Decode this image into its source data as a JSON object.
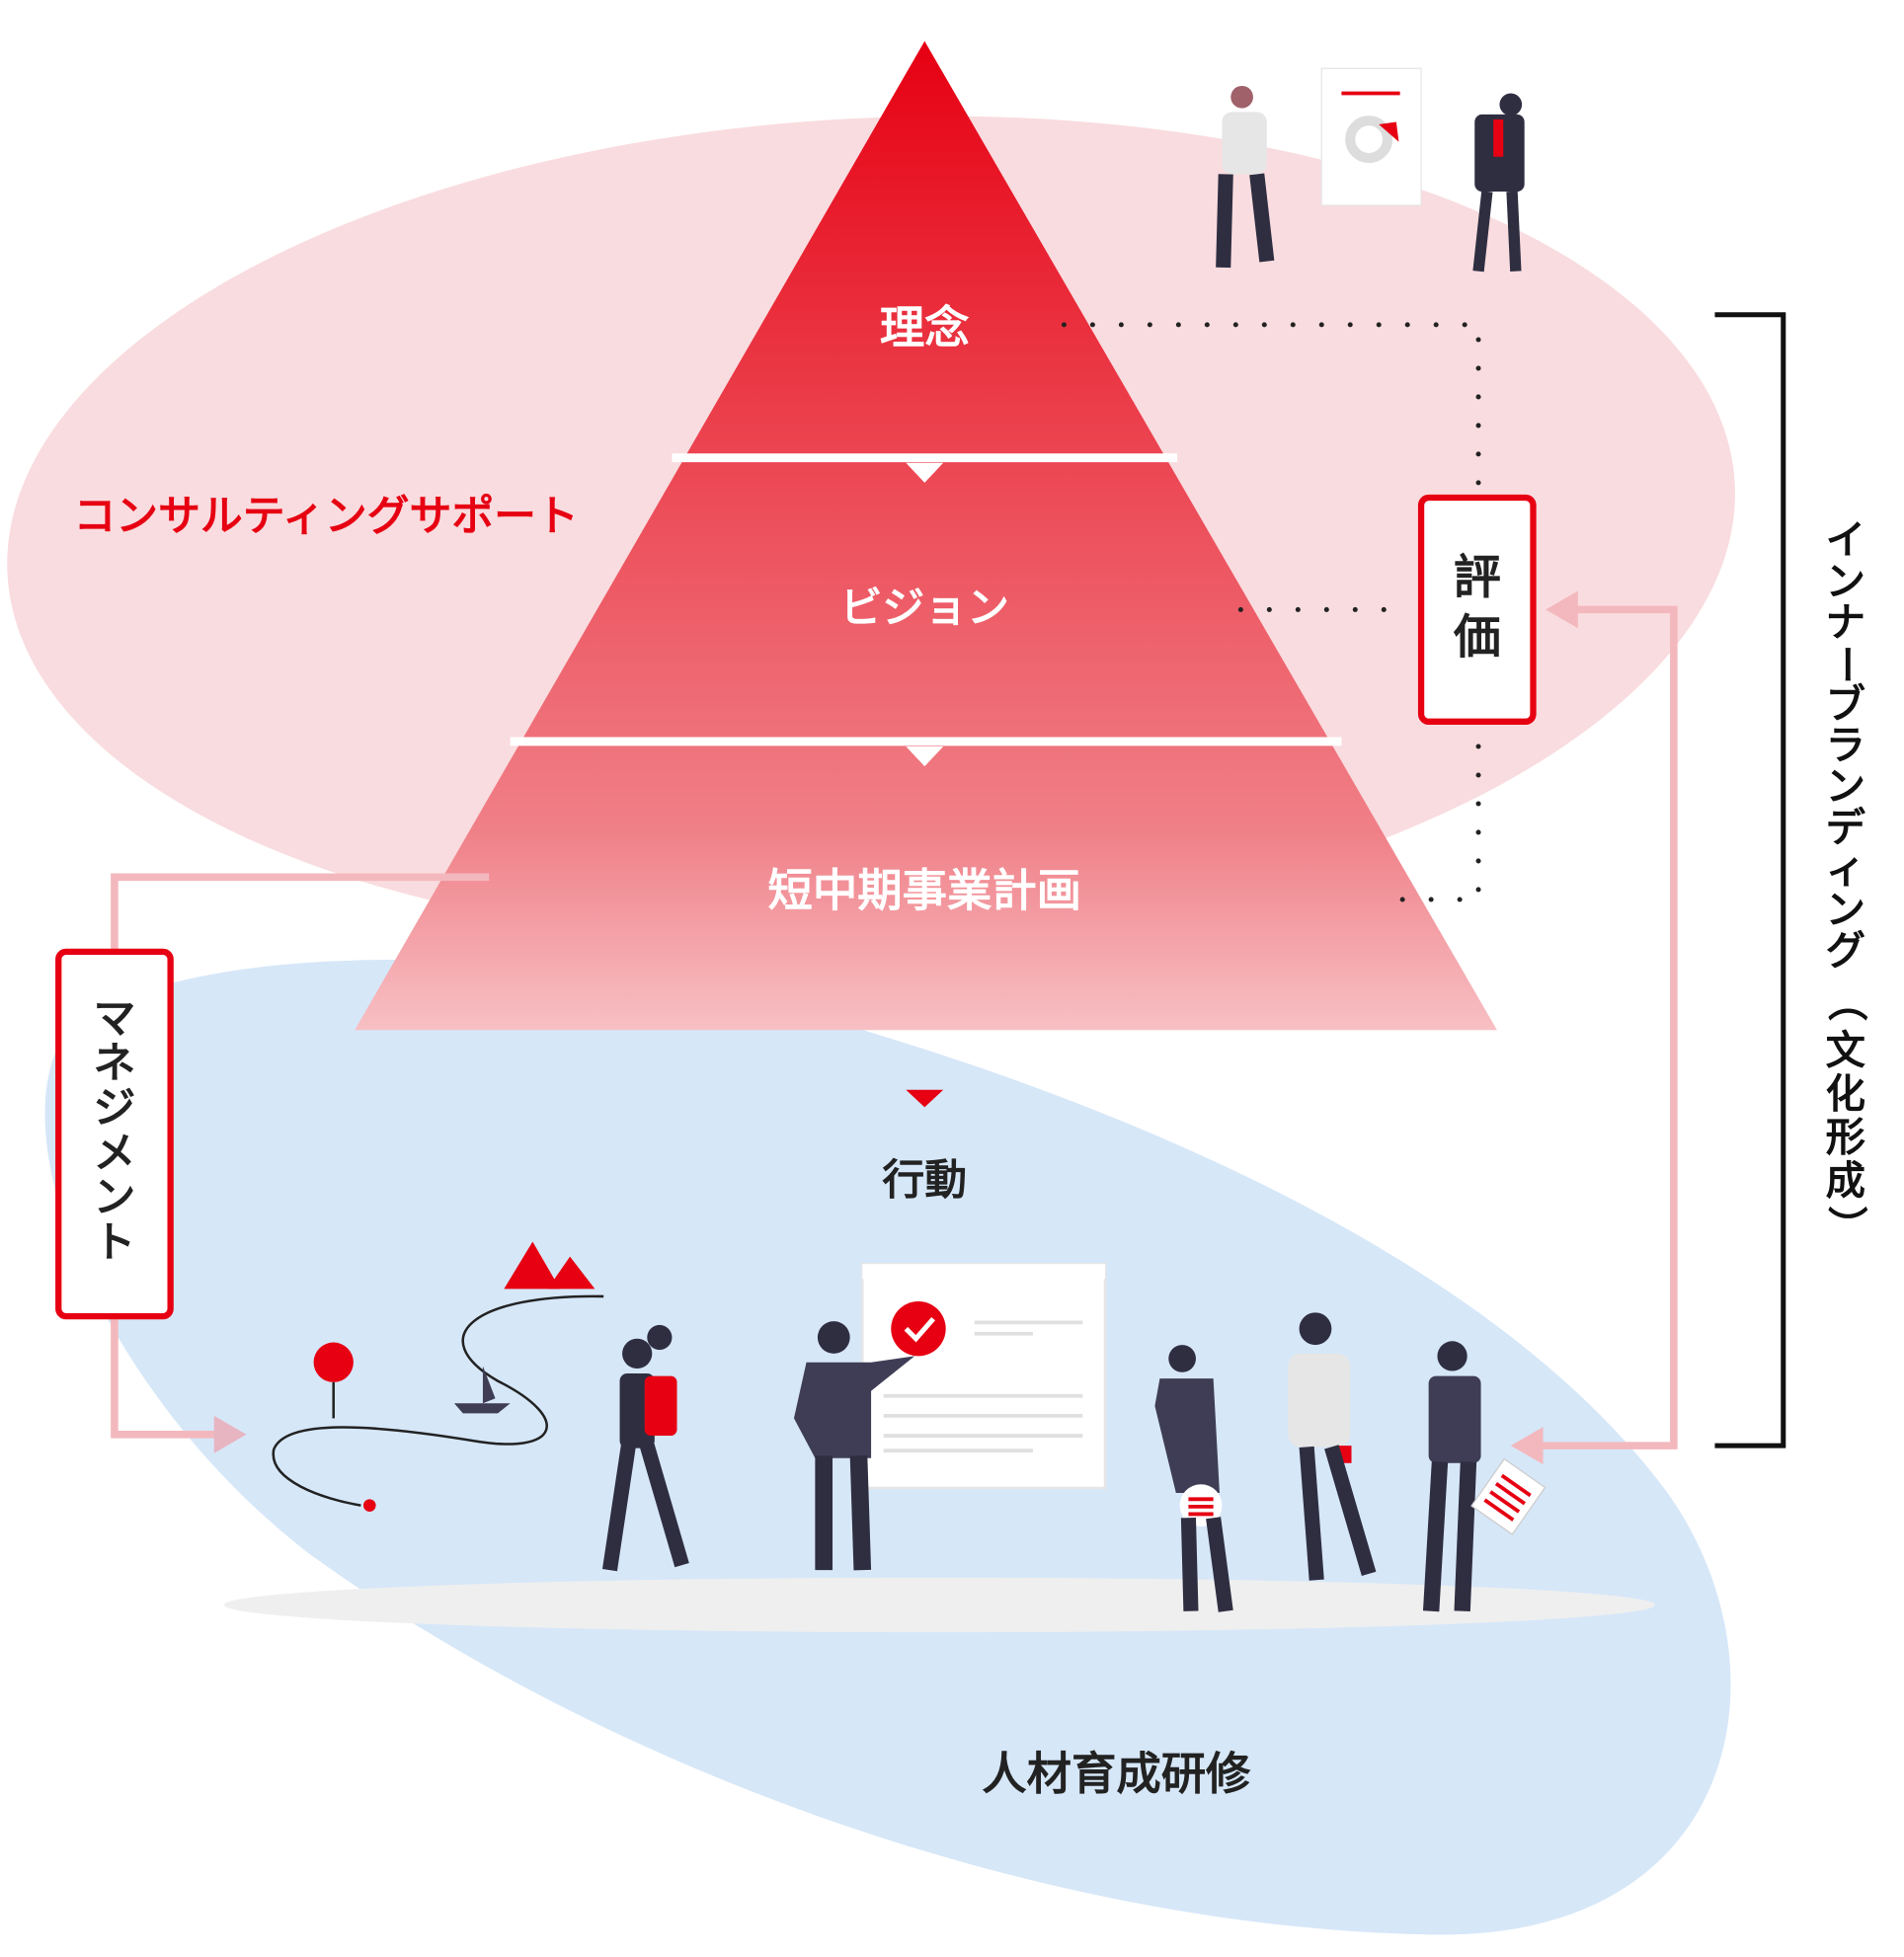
{
  "pyramid": {
    "levels": [
      "理念",
      "ビジョン",
      "短中期事業計画"
    ]
  },
  "action_label": "行動",
  "consulting_label": "コンサルティングサポート",
  "evaluation_label": [
    "評",
    "価"
  ],
  "management_label": [
    "マ",
    "ネ",
    "ジ",
    "メ",
    "ン",
    "ト"
  ],
  "training_label": "人材育成研修",
  "inner_branding_label": [
    "イ",
    "ン",
    "ナ",
    "ー",
    "ブ",
    "ラ",
    "ン",
    "デ",
    "ィ",
    "ン",
    "グ",
    "（",
    "文",
    "化",
    "形",
    "成",
    "）"
  ],
  "colors": {
    "accent": "#e60012",
    "pink_bg": "#f9dcdf",
    "blue_bg": "#d6e7f8",
    "arrow": "#f3b8bd",
    "dark": "#2f2e41"
  }
}
